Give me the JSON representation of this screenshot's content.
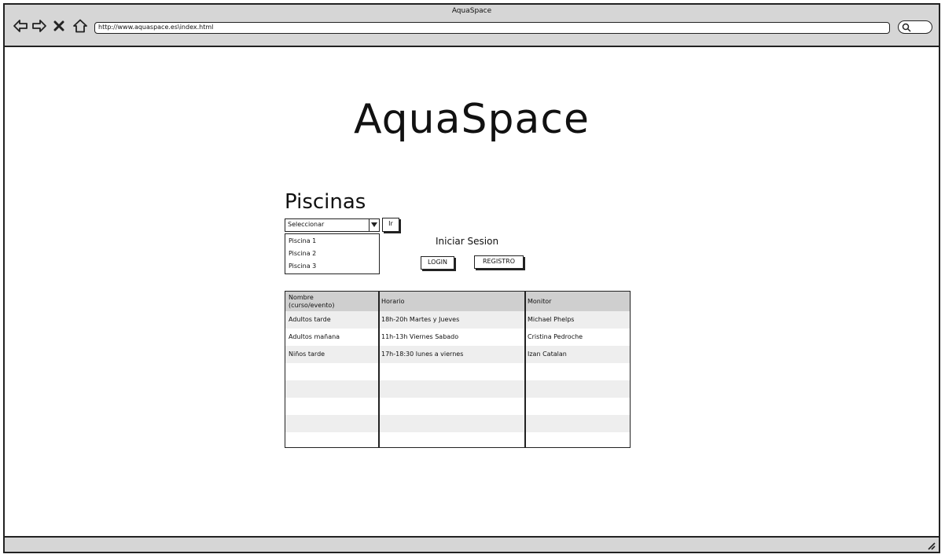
{
  "window": {
    "title": "AquaSpace",
    "url": "http://www.aquaspace.es\\index.html"
  },
  "icons": {
    "back": "arrow-left-icon",
    "forward": "arrow-right-icon",
    "stop": "close-icon",
    "home": "home-icon",
    "search": "search-icon",
    "dropdown": "chevron-down-icon",
    "resize": "resize-grip-icon"
  },
  "header": {
    "title": "AquaSpace"
  },
  "pools": {
    "heading": "Piscinas",
    "select_value": "Seleccionar",
    "go_label": "Ir",
    "options": [
      "Piscina 1",
      "Piscina 2",
      "Piscina 3"
    ]
  },
  "login": {
    "label": "Iniciar Sesion",
    "login_button": "LOGIN",
    "register_button": "REGISTRO"
  },
  "table": {
    "columns": [
      "Nombre\n(curso/evento)",
      "Horario",
      "Monitor"
    ],
    "rows": [
      [
        "Adultos tarde",
        "18h-20h Martes y Jueves",
        "Michael Phelps"
      ],
      [
        "Adultos mañana",
        "11h-13h Viernes Sabado",
        "Cristina Pedroche"
      ],
      [
        "Niños tarde",
        "17h-18:30 lunes a viernes",
        "Izan Catalan"
      ],
      [
        "",
        "",
        ""
      ],
      [
        "",
        "",
        ""
      ],
      [
        "",
        "",
        ""
      ],
      [
        "",
        "",
        ""
      ],
      [
        "",
        "",
        ""
      ]
    ]
  },
  "colors": {
    "chrome": "#d6d6d6",
    "header_row": "#cfcfcf",
    "alt_row": "#eeeeee",
    "outline": "#222222"
  }
}
